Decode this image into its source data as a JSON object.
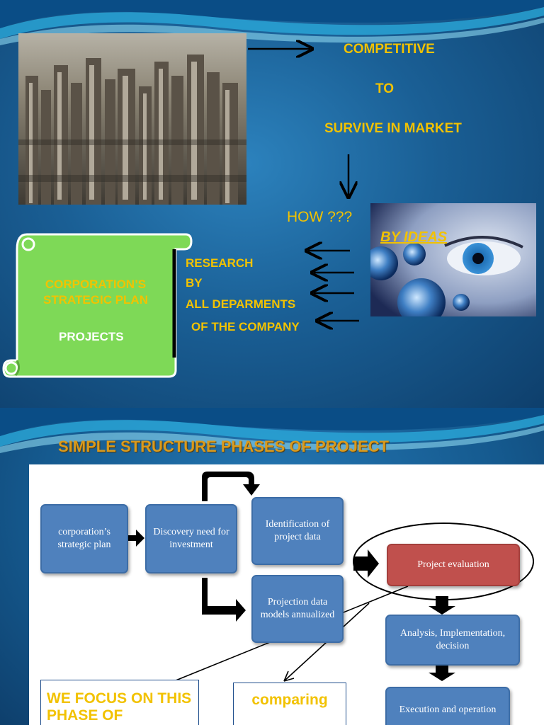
{
  "slide1": {
    "competitive": "COMPETITIVE",
    "to": "TO",
    "survive": "SURVIVE IN MARKET",
    "how": "HOW ???",
    "by_ideas": "BY IDEAS",
    "scroll_line1": "CORPORATION’S",
    "scroll_line2": "STRATEGIC PLAN",
    "scroll_projects": "PROJECTS",
    "research": "RESEARCH",
    "by": "BY",
    "all_departments": "ALL DEPARMENTS",
    "of_company": "OF THE COMPANY"
  },
  "slide2": {
    "title": "SIMPLE STRUCTURE PHASES OF PROJECT",
    "boxes": {
      "strategic_plan": "corporation’s strategic plan",
      "discovery": "Discovery need for investment",
      "identification": "Identification of project data",
      "projection": "Projection data models annualized",
      "evaluation": "Project evaluation",
      "analysis": "Analysis, Implementation, decision",
      "execution": "Execution and operation"
    },
    "focus_note": "WE FOCUS ON THIS PHASE OF",
    "comparing_note": "comparing"
  }
}
